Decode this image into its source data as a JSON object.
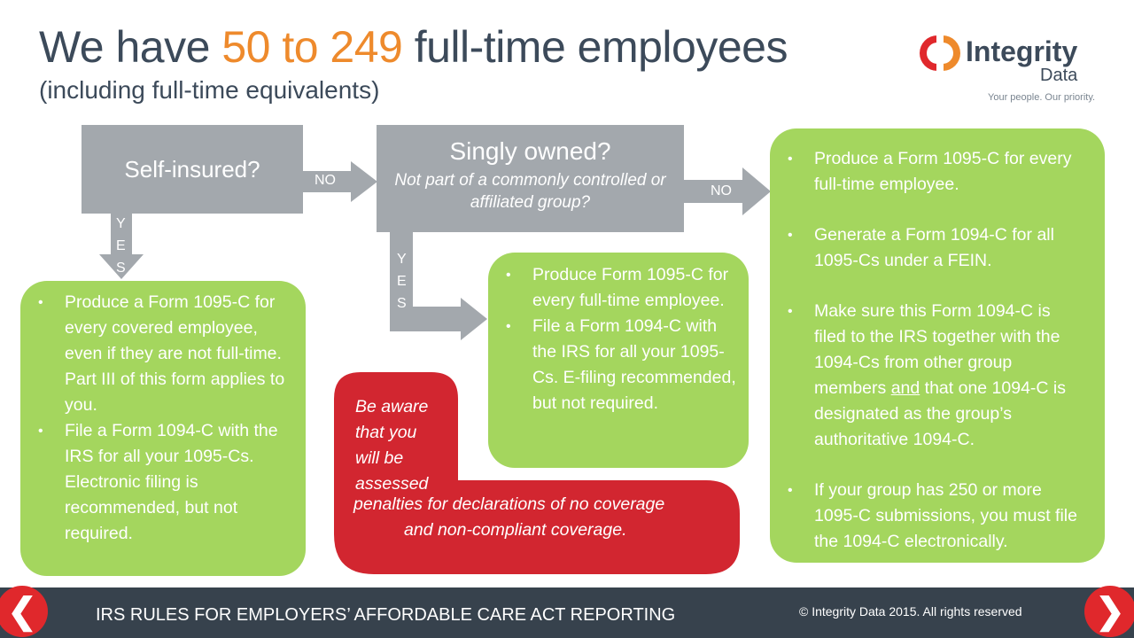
{
  "header": {
    "title_pre": "We have ",
    "title_highlight": "50 to 249",
    "title_post": " full-time employees",
    "subtitle": "(including full-time equivalents)"
  },
  "logo": {
    "name_line1": "Integrity",
    "name_line2": "Data",
    "tagline": "Your people. Our priority."
  },
  "flow": {
    "q1": "Self-insured?",
    "q2_title": "Singly owned?",
    "q2_sub": "Not part of a commonly controlled or affiliated group?",
    "no_label": "NO",
    "yes_label": "YES"
  },
  "boxes": {
    "self_insured": [
      "Produce a Form 1095-C for every covered employee, even if they are not full-time. Part III of this form applies to you.",
      "File a Form 1094-C with the IRS for all your 1095-Cs. Electronic filing is recommended, but not required."
    ],
    "singly_owned": [
      "Produce Form 1095-C for every full-time employee.",
      "File a Form 1094-C with the IRS for all your 1095-Cs. E-filing recommended, but not required."
    ],
    "group": {
      "item1": "Produce a Form 1095-C for every full-time employee.",
      "item2": "Generate a Form 1094-C for all 1095-Cs under a FEIN.",
      "item3_pre": "Make sure this Form 1094-C is filed to the IRS together with the 1094-Cs from other group members ",
      "item3_and": "and",
      "item3_post": " that one 1094-C is designated as the group’s authoritative 1094-C.",
      "item4": "If your group has 250 or more 1095-C submissions, you must file the 1094-C electronically."
    },
    "warning_line1": "Be aware",
    "warning_line2": "that you",
    "warning_line3": "will be",
    "warning_line4": "assessed",
    "warning_line5": "penalties for declarations of no coverage",
    "warning_line6": "and non-compliant coverage."
  },
  "footer": {
    "title": "IRS RULES FOR EMPLOYERS’ AFFORDABLE CARE ACT REPORTING",
    "copyright": "© Integrity Data 2015. All rights reserved",
    "prev_icon": "❮",
    "next_icon": "❯"
  },
  "colors": {
    "accent": "#ee8a2c",
    "green": "#a4d65e",
    "gray": "#a3a8ad",
    "red": "#d22630",
    "footer": "#37424d"
  }
}
